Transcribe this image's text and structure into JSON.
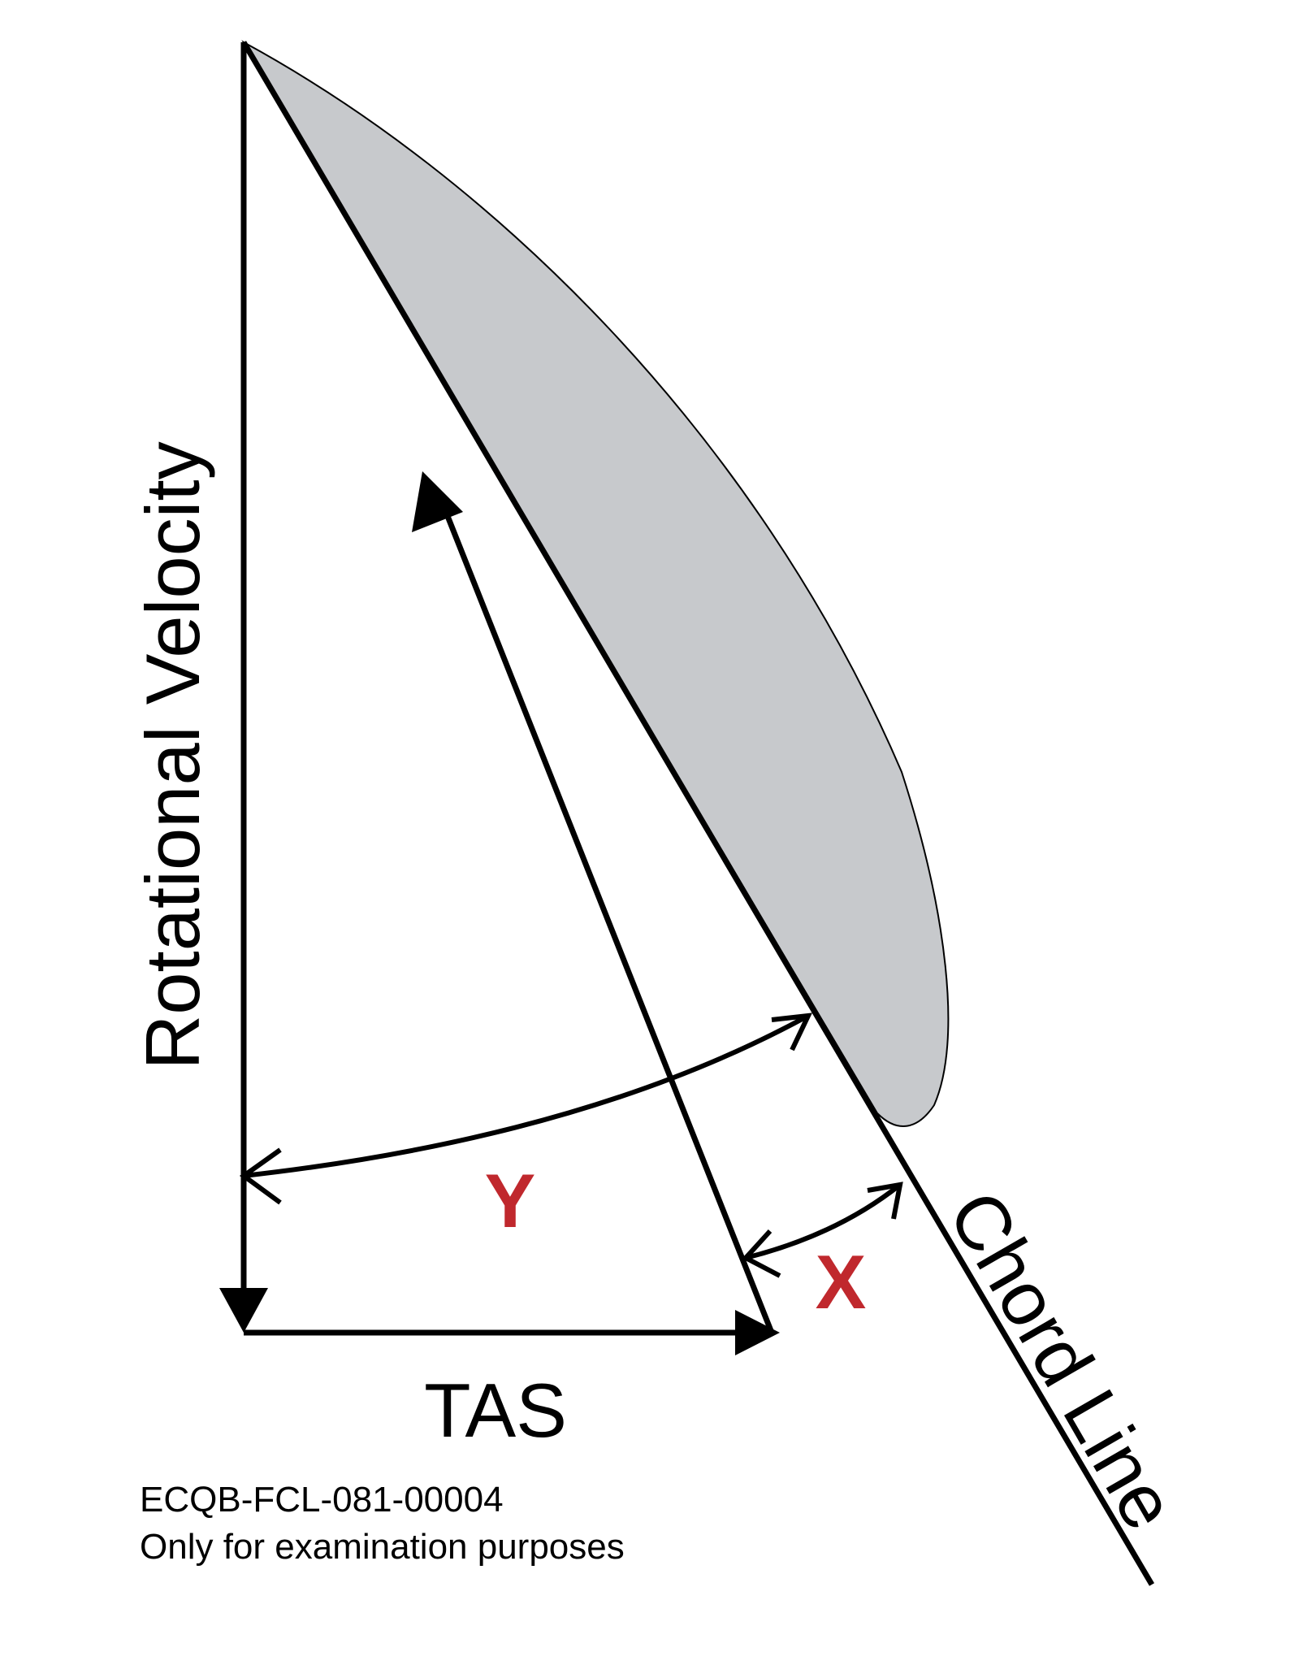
{
  "labels": {
    "rotational_velocity": "Rotational Velocity",
    "chord_line": "Chord Line",
    "tas": "TAS",
    "angle_y": "Y",
    "angle_x": "X",
    "reference_code": "ECQB-FCL-081-00004",
    "notice": "Only for examination purposes"
  },
  "colors": {
    "background": "#ffffff",
    "ink": "#000000",
    "blade_fill": "#c7c9cc",
    "angle_label": "#c0282d"
  }
}
